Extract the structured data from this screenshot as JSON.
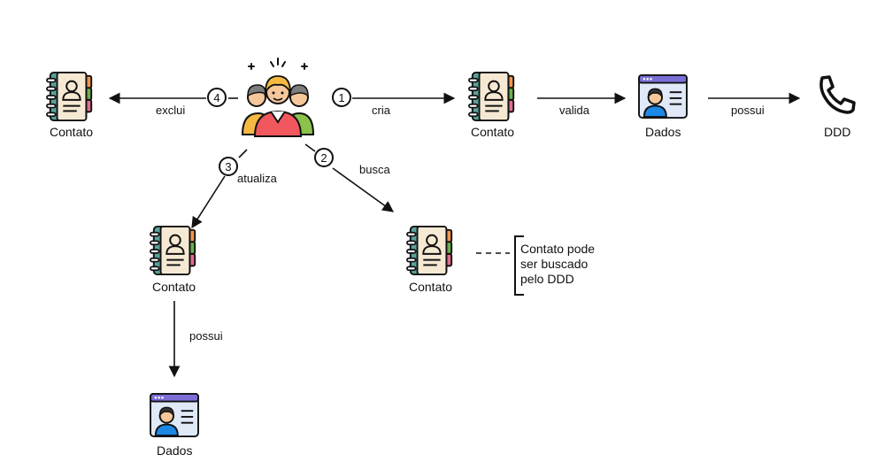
{
  "nodes": {
    "contato_left": "Contato",
    "contato_top": "Contato",
    "dados_top": "Dados",
    "ddd": "DDD",
    "contato_atualiza": "Contato",
    "contato_busca": "Contato",
    "dados_bottom": "Dados"
  },
  "edges": {
    "cria": "cria",
    "valida": "valida",
    "possui_top": "possui",
    "exclui": "exclui",
    "busca": "busca",
    "atualiza": "atualiza",
    "possui_bottom": "possui"
  },
  "steps": {
    "s1": "1",
    "s2": "2",
    "s3": "3",
    "s4": "4"
  },
  "note": "Contato pode\nser buscado\npelo DDD",
  "icons": {
    "user-group": "users-group-icon",
    "contact-book": "contact-book-icon",
    "data-card": "user-data-card-icon",
    "phone": "phone-icon"
  },
  "colors": {
    "book_cover": "#f6e9d4",
    "book_spine": "#5aa39a",
    "tab_orange": "#f0944a",
    "tab_green": "#6ab04c",
    "tab_pink": "#e46b8c",
    "card_header": "#7b6fd6",
    "card_body": "#dfe9f7",
    "person_blue": "#1e88e5",
    "user_red": "#f0585e",
    "user_green": "#8bc34a",
    "user_hair": "#f5b942",
    "user_gray": "#7d7d7d"
  }
}
